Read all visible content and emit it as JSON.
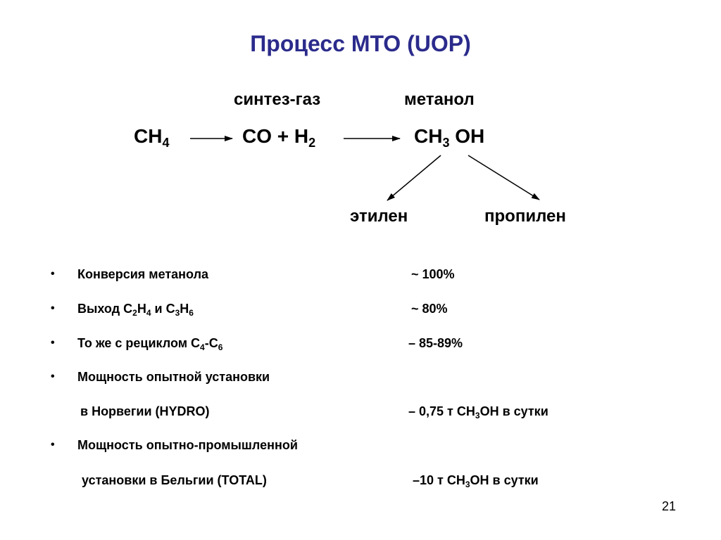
{
  "title": "Процесс МТО (UOP)",
  "title_color": "#2b2b8c",
  "scheme": {
    "label_syngas": "синтез-газ",
    "label_methanol": "метанол",
    "ch4": {
      "base": "CH",
      "sub": "4"
    },
    "syngas": {
      "base": "CO + H",
      "sub": "2"
    },
    "methanol": {
      "base": "CH",
      "sub": "3",
      "tail": " OH"
    },
    "ethylene": "этилен",
    "propylene": "пропилен"
  },
  "bullets": {
    "marker": "•",
    "items": [
      {
        "text": "Конверсия метанола",
        "value": "~ 100%"
      },
      {
        "text_parts": [
          "Выход C",
          "2",
          "H",
          "4",
          " и C",
          "3",
          "H",
          "6"
        ],
        "value": "~ 80%"
      },
      {
        "text_parts": [
          "То же с рециклом C",
          "4",
          "-C",
          "6"
        ],
        "value": "– 85-89%"
      },
      {
        "text": "Мощность опытной установки"
      },
      {
        "text": "в Норвегии (HYDRO)",
        "value_parts": [
          "– 0,75 т CH",
          "3",
          "OH в сутки"
        ]
      },
      {
        "text": "Мощность опытно-промышленной"
      },
      {
        "text": "установки в Бельгии (TOTAL)",
        "value_parts": [
          "–10 т  CH",
          "3",
          "OH в сутки"
        ]
      }
    ]
  },
  "page_number": "21"
}
